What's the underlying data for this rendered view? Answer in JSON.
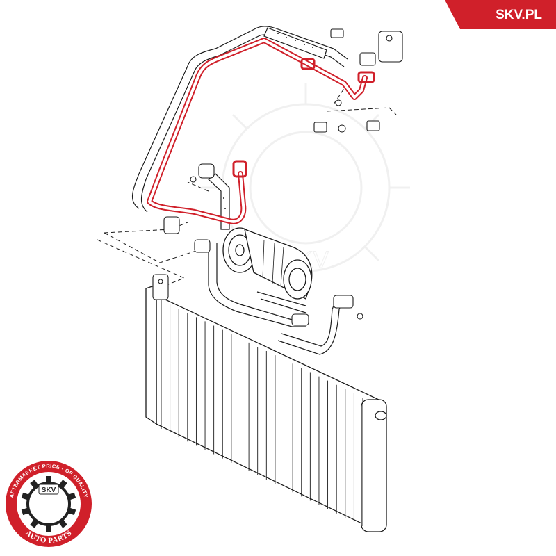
{
  "brand": {
    "name": "SKV.PL",
    "color": "#d0202a"
  },
  "seal": {
    "ring_text": "AFTERMARKET PRICE - OF QUALITY",
    "center_text": "SKV",
    "bottom_text": "AUTO PARTS",
    "color": "#d0202a",
    "ring_color": "#222222"
  },
  "diagram": {
    "highlight_color": "#d0202a",
    "line_color": "#1a1a1a",
    "highlighted_part": "ac-refrigerant-hose",
    "watermark_text": "SKV"
  }
}
